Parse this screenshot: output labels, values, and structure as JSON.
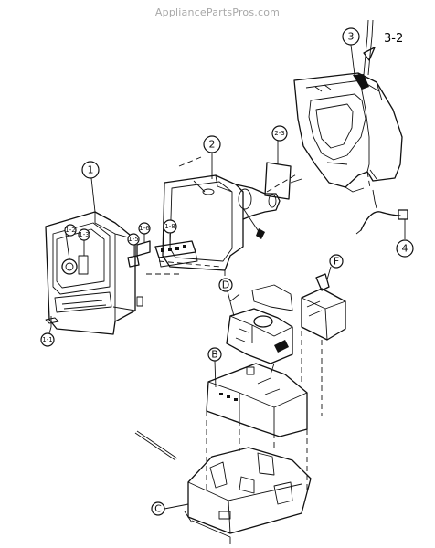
{
  "site": {
    "watermark": "AppliancePartsPros.com"
  },
  "callouts": [
    {
      "id": "c-1",
      "label": "1"
    },
    {
      "id": "c-2",
      "label": "2"
    },
    {
      "id": "c-3",
      "label": "3"
    },
    {
      "id": "c-4",
      "label": "4"
    },
    {
      "id": "c-2-3",
      "label": "2-3"
    },
    {
      "id": "c-1-2",
      "label": "1-2"
    },
    {
      "id": "c-1-3",
      "label": "1-3"
    },
    {
      "id": "c-1-5",
      "label": "1-5"
    },
    {
      "id": "c-1-6",
      "label": "1-6"
    },
    {
      "id": "c-1-8",
      "label": "1-8"
    },
    {
      "id": "c-1-1",
      "label": "1-1"
    },
    {
      "id": "c-D",
      "label": "D"
    },
    {
      "id": "c-F",
      "label": "F"
    },
    {
      "id": "c-B",
      "label": "B"
    },
    {
      "id": "c-C",
      "label": "C"
    }
  ],
  "annotations": {
    "ref_3_2": "3-2"
  }
}
